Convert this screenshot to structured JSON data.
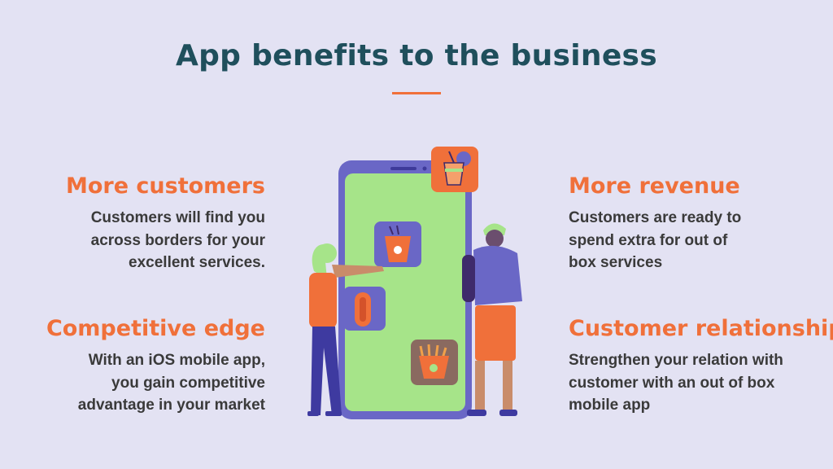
{
  "title": "App benefits to the business",
  "colors": {
    "background": "#e3e2f3",
    "title": "#1f4f5c",
    "accent": "#f0703a",
    "body_text": "#3a3a3a",
    "phone_frame": "#6a67c6",
    "phone_screen": "#a6e489"
  },
  "benefits": {
    "more_customers": {
      "heading": "More customers",
      "lines": [
        "Customers will find you",
        "across borders for your",
        "excellent services."
      ]
    },
    "competitive_edge": {
      "heading": "Competitive edge",
      "lines": [
        "With an iOS mobile app,",
        "you gain competitive",
        "advantage in your market"
      ]
    },
    "more_revenue": {
      "heading": "More revenue",
      "lines": [
        "Customers are ready to",
        "spend extra for out of",
        "box services"
      ]
    },
    "customer_relationship": {
      "heading": "Customer relationship",
      "lines": [
        "Strengthen your relation with",
        "customer with an out of box",
        "mobile app"
      ]
    }
  },
  "icons": [
    "drink-cup-icon",
    "noodle-box-icon",
    "hotdog-icon",
    "french-fries-icon"
  ]
}
